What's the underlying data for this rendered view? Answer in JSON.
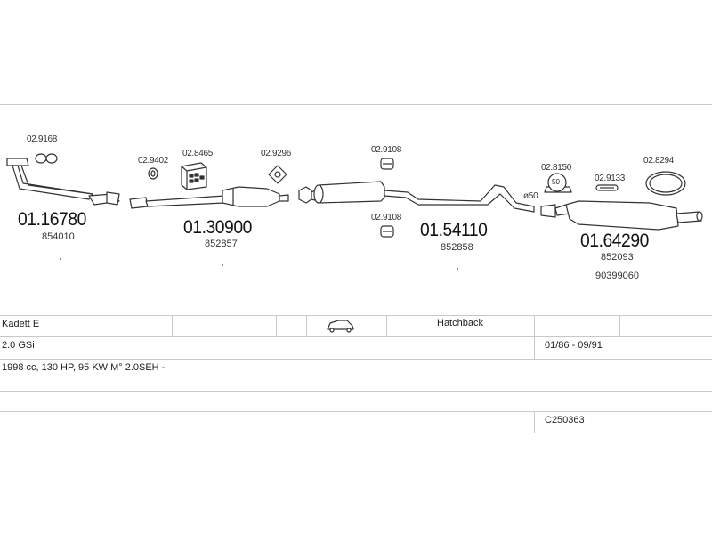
{
  "diagram": {
    "accessories": [
      {
        "code": "02.9168",
        "icon": "gasket-icon"
      },
      {
        "code": "02.9402",
        "icon": "gasket-icon"
      },
      {
        "code": "02.8465",
        "icon": "mounting-kit-icon"
      },
      {
        "code": "02.9296",
        "icon": "flange-gasket-icon"
      },
      {
        "code": "02.9108",
        "icon": "rubber-hanger-icon"
      },
      {
        "code": "02.9108",
        "icon": "rubber-hanger-icon"
      },
      {
        "code": "02.8150",
        "icon": "clamp-icon"
      },
      {
        "code": "02.9133",
        "icon": "rubber-mount-icon"
      },
      {
        "code": "02.8294",
        "icon": "ring-gasket-icon"
      }
    ],
    "parts": [
      {
        "code": "01.16780",
        "refs": [
          "854010"
        ],
        "icon": "front-pipe-icon"
      },
      {
        "code": "01.30900",
        "refs": [
          "852857"
        ],
        "icon": "catalytic-converter-icon"
      },
      {
        "code": "01.54110",
        "refs": [
          "852858"
        ],
        "icon": "middle-silencer-icon"
      },
      {
        "code": "01.64290",
        "refs": [
          "852093",
          "90399060"
        ],
        "icon": "rear-silencer-icon"
      }
    ],
    "pipe_diameter": "ø50",
    "clamp_size": "50"
  },
  "vehicle": {
    "model": "Kadett E",
    "body_icon": "hatchback-car-icon",
    "body_type": "Hatchback",
    "engine": "2.0 GSi",
    "years": "01/86 - 09/91",
    "specs": "1998 cc, 130 HP, 95 KW M° 2.0SEH -",
    "code": "C250363"
  }
}
